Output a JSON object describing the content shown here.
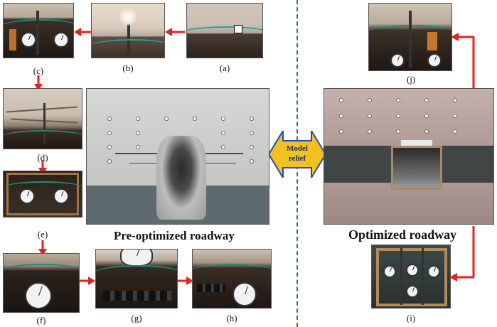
{
  "labels": {
    "a": "(a)",
    "b": "(b)",
    "c": "(c)",
    "d": "(d)",
    "e": "(e)",
    "f": "(f)",
    "g": "(g)",
    "h": "(h)",
    "i": "(i)",
    "j": "(j)"
  },
  "titles": {
    "pre": "Pre-optimized roadway",
    "opt": "Optimized roadway"
  },
  "relief": {
    "line1": "Model",
    "line2": "relief"
  },
  "colors": {
    "arrow_red": "#e32222",
    "divider_blue": "#2a6bd6",
    "relief_fill": "#f2c020",
    "relief_border": "#1f4fb0"
  }
}
